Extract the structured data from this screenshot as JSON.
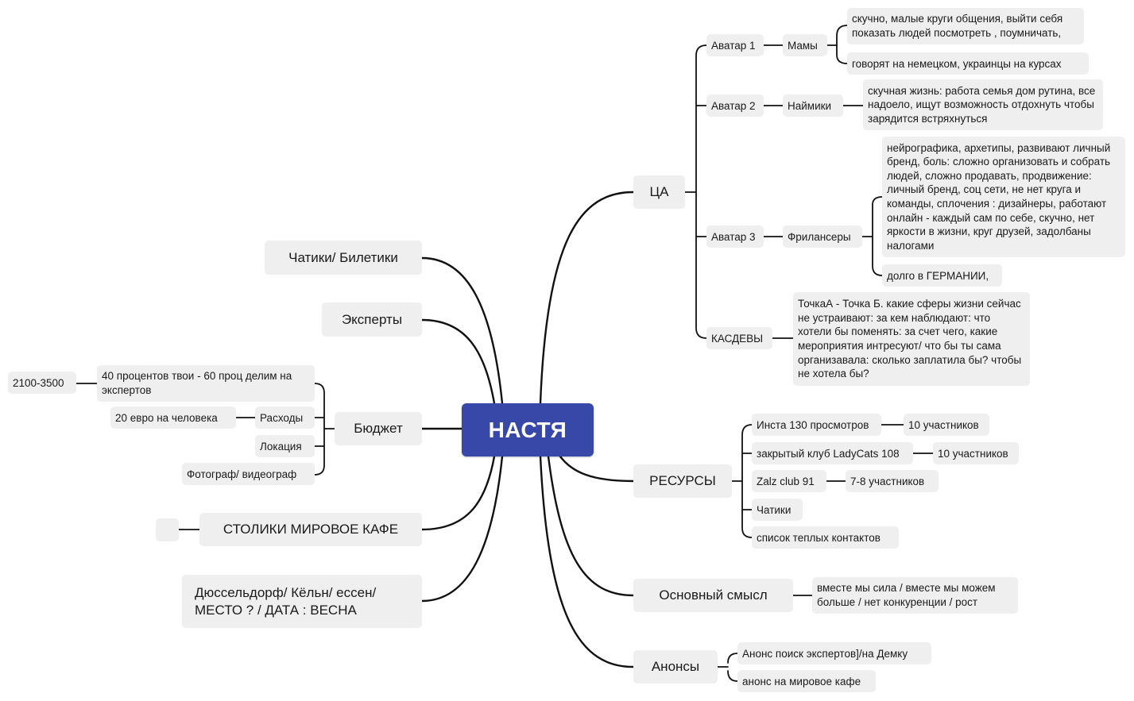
{
  "center": "НАСТЯ",
  "ca": {
    "label": "ЦА",
    "avatar1": {
      "label": "Аватар 1",
      "group": "Мамы",
      "notes": [
        "скучно, малые круги общения, выйти себя показать людей посмотреть , поумничать,",
        "говорят на немецком, украинцы  на курсах"
      ]
    },
    "avatar2": {
      "label": "Аватар 2",
      "group": "Наймики",
      "notes": [
        "скучная жизнь: работа семья дом рутина, все надоело, ищут возможность отдохнуть чтобы зарядится встряхнуться"
      ]
    },
    "avatar3": {
      "label": "Аватар 3",
      "group": "Фрилансеры",
      "notes": [
        "нейрографика, архетипы, развивают личный бренд, боль: сложно организовать и собрать людей, сложно продавать, продвижение: личный бренд, соц сети, не нет круга и команды, сплочения : дизайнеры, работают онлайн - каждый сам по себе, скучно, нет яркости в жизни, круг друзей, задолбаны налогами",
        "долго в ГЕРМАНИИ,"
      ]
    },
    "custdev": {
      "label": "КАСДЕВЫ",
      "note": "ТочкаА - Точка Б. какие сферы жизни сейчас не устраивают: за кем наблюдают: что хотели бы поменять: за счет чего, какие мероприятия интресуют/ что бы ты сама организавала: сколько заплатила бы? чтобы не хотела бы?"
    }
  },
  "resources": {
    "label": "РЕСУРСЫ",
    "items": [
      {
        "label": "Инста 130 просмотров",
        "result": "10 участников"
      },
      {
        "label": "закрытый клуб LadyCats 108",
        "result": "10 участников"
      },
      {
        "label": "Zalz club 91",
        "result": "7-8 участников"
      },
      {
        "label": "Чатики"
      },
      {
        "label": "список теплых контактов"
      }
    ]
  },
  "meaning": {
    "label": "Основный смысл",
    "note": "вместе мы сила / вместе мы можем больше / нет конкуренции  / рост"
  },
  "announcements": {
    "label": "Анонсы",
    "items": [
      "Анонс поиск экспертов]/на Демку",
      "анонс на мировое кафе"
    ]
  },
  "chats": {
    "label": "Чатики/ Билетики"
  },
  "experts": {
    "label": "Эксперты"
  },
  "budget": {
    "label": "Бюджет",
    "split": {
      "label": "40 процентов твои - 60 проц делим на экспертов",
      "value": "2100-3500"
    },
    "expenses": {
      "label": "Расходы",
      "value": "20 евро на человека"
    },
    "location": {
      "label": "Локация"
    },
    "photo": {
      "label": "Фотограф/ видеограф"
    }
  },
  "tables": {
    "label": "СТОЛИКИ МИРОВОЕ КАФЕ",
    "child": ""
  },
  "place": {
    "label": "Дюссельдорф/ Кёльн/ ессен/ МЕСТО ? / ДАТА : ВЕСНА"
  }
}
